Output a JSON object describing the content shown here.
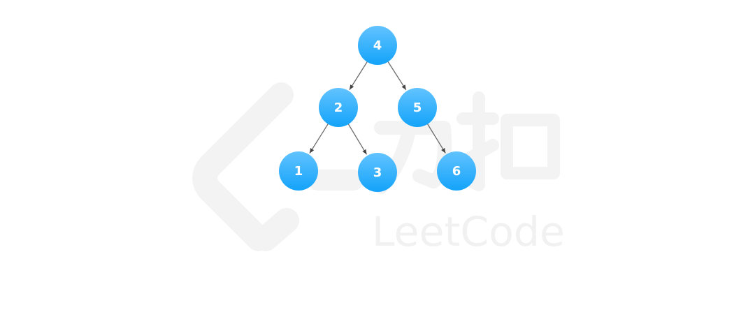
{
  "watermark": {
    "logo": "力扣",
    "wordmark": "LeetCode"
  },
  "tree": {
    "node_color_top": "#62c3ff",
    "node_color_bottom": "#13a3fa",
    "edge_color": "#6b6b6b",
    "nodes": [
      {
        "id": "n4",
        "value": "4"
      },
      {
        "id": "n2",
        "value": "2"
      },
      {
        "id": "n5",
        "value": "5"
      },
      {
        "id": "n1",
        "value": "1"
      },
      {
        "id": "n3",
        "value": "3"
      },
      {
        "id": "n6",
        "value": "6"
      }
    ],
    "edges": [
      {
        "from": "n4",
        "to": "n2"
      },
      {
        "from": "n4",
        "to": "n5"
      },
      {
        "from": "n2",
        "to": "n1"
      },
      {
        "from": "n2",
        "to": "n3"
      },
      {
        "from": "n5",
        "to": "n6"
      }
    ]
  }
}
